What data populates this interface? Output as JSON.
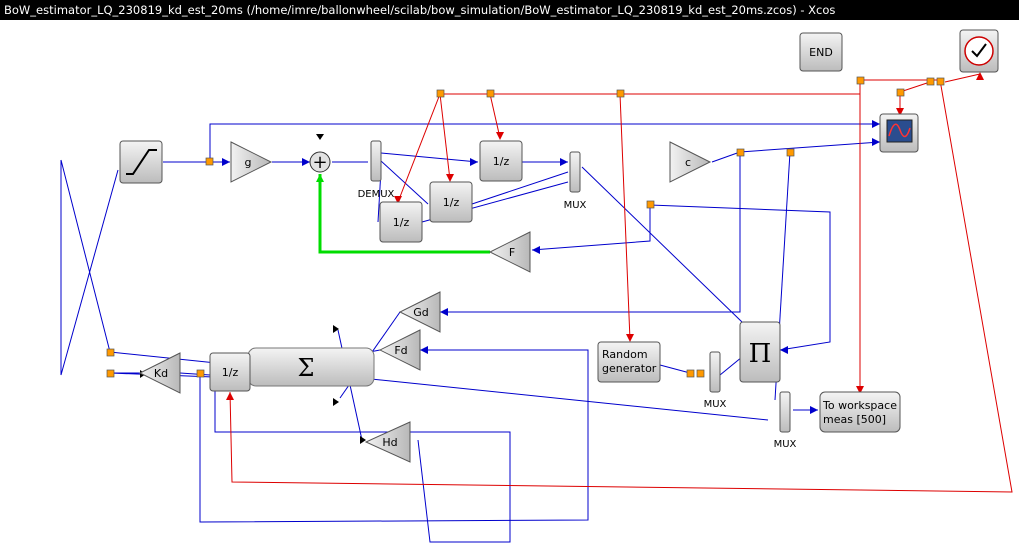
{
  "window": {
    "title": "BoW_estimator_LQ_230819_kd_est_20ms (/home/imre/ballonwheel/scilab/bow_simulation/BoW_estimator_LQ_230819_kd_est_20ms.zcos) - Xcos"
  },
  "blocks": {
    "gain_g": "g",
    "gain_c": "c",
    "gain_F": "F",
    "gain_Gd": "Gd",
    "gain_Fd": "Fd",
    "gain_Hd": "Hd",
    "gain_Kd": "Kd",
    "delay_1": "1/z",
    "delay_2": "1/z",
    "delay_3": "1/z",
    "delay_4": "1/z",
    "demux": "DEMUX",
    "mux_top": "MUX",
    "mux_random": "MUX",
    "mux_out": "MUX",
    "end": "END",
    "random_line1": "Random",
    "random_line2": "generator",
    "workspace_line1": "To workspace",
    "workspace_line2": "meas [500]",
    "product_symbol": "Π",
    "sum_symbol": "Σ",
    "summation_symbol": "+"
  },
  "colors": {
    "data_link": "#0000cc",
    "event_link": "#dd0000",
    "feedback_link": "#00dd00",
    "split_point": "#ff9900",
    "block_fill": "#d8d8d8"
  },
  "icons": {
    "saturation": "saturation-icon",
    "scope": "scope-icon",
    "clock": "clock-icon"
  }
}
